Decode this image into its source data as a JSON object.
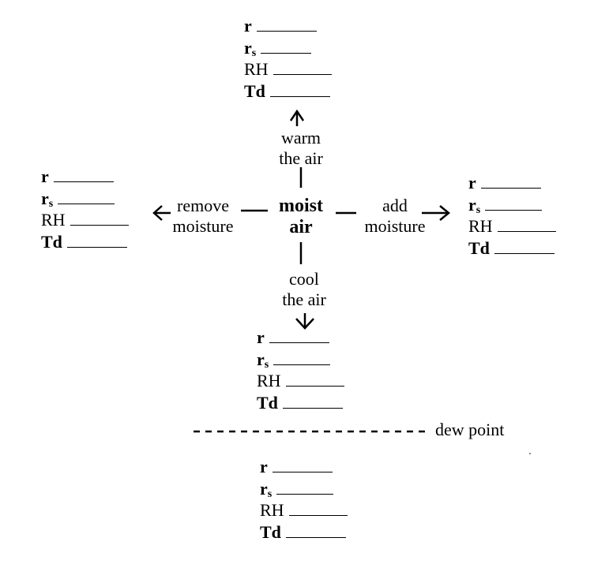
{
  "center": {
    "line1": "moist",
    "line2": "air"
  },
  "vars": {
    "r": "r",
    "rs_base": "r",
    "rs_sub": "s",
    "rh": "RH",
    "td": "Td"
  },
  "actions": {
    "warm": [
      "warm",
      "the air"
    ],
    "cool": [
      "cool",
      "the air"
    ],
    "remove": [
      "remove",
      "moisture"
    ],
    "add": [
      "add",
      "moisture"
    ]
  },
  "dew_point_label": "dew point"
}
